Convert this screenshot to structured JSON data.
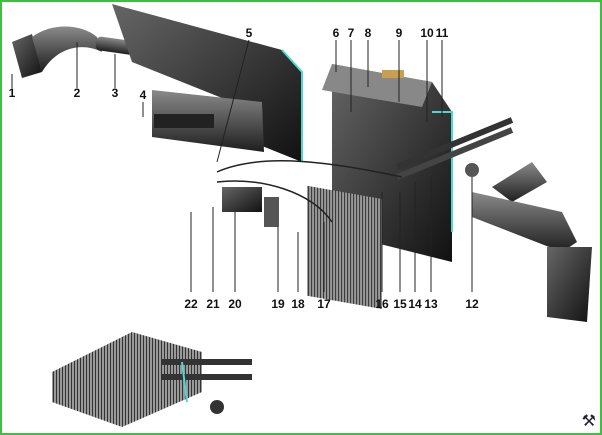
{
  "diagram": {
    "callouts_top": [
      "1",
      "2",
      "3",
      "4",
      "5",
      "6",
      "7",
      "8",
      "9",
      "10",
      "11"
    ],
    "callouts_bottom": [
      "22",
      "21",
      "20",
      "19",
      "18",
      "17",
      "16",
      "15",
      "14",
      "13",
      "12"
    ],
    "colors": {
      "border": "#3fbf3f",
      "body": "#3a3a3a",
      "highlight": "#4fd6d0",
      "accent": "#c8a050"
    }
  },
  "icons": {
    "corner": "tools-icon"
  }
}
